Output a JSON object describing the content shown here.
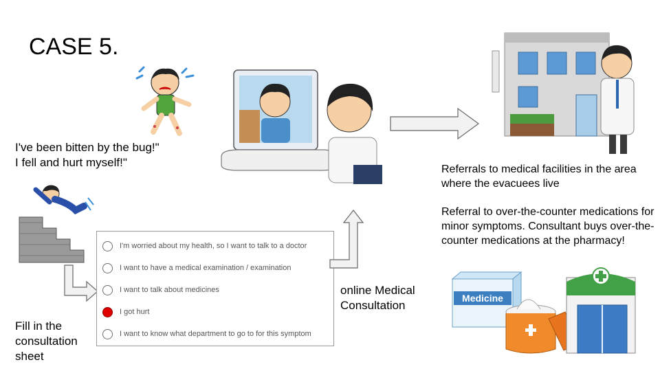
{
  "title": "CASE 5.",
  "quote": {
    "line1": "I've been bitten by the bug!\"",
    "line2": "I fell and hurt myself!\""
  },
  "fill_caption": "Fill in the consultation sheet",
  "online_caption": "online Medical Consultation",
  "referrals": {
    "facilities": "Referrals to medical facilities in the area where the evacuees live",
    "otc": "Referral to over-the-counter medications for minor symptoms. Consultant buys over-the-counter medications at the pharmacy!"
  },
  "sheet": {
    "options": [
      {
        "label": "I'm worried about my health, so I want to talk to a doctor",
        "checked": false
      },
      {
        "label": "I want to have a medical examination / examination",
        "checked": false
      },
      {
        "label": "I want to talk about medicines",
        "checked": false
      },
      {
        "label": "I got hurt",
        "checked": true
      },
      {
        "label": "I want to know what department to go to for this symptom",
        "checked": false
      }
    ]
  },
  "illustrations": {
    "medicine_box_label": "Medicine"
  },
  "colors": {
    "selected_radio": "#e00000",
    "arrow_fill": "#f2f2f2",
    "arrow_stroke": "#666666"
  }
}
